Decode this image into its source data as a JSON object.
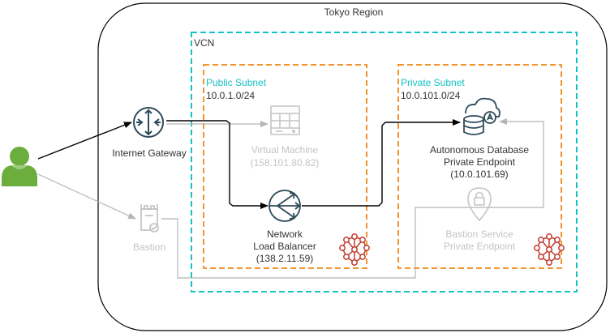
{
  "region": {
    "title": "Tokyo Region"
  },
  "vcn": {
    "label": "VCN"
  },
  "public_subnet": {
    "name": "Public Subnet",
    "cidr": "10.0.1.0/24"
  },
  "private_subnet": {
    "name": "Private Subnet",
    "cidr": "10.0.101.0/24"
  },
  "internet_gateway": {
    "label": "Internet Gateway"
  },
  "bastion": {
    "label": "Bastion"
  },
  "virtual_machine": {
    "name": "Virtual Machine",
    "ip": "(158.101.80.82)"
  },
  "network_load_balancer": {
    "line1": "Network",
    "line2": "Load Balancer",
    "ip": "(138.2.11.59)"
  },
  "autonomous_database": {
    "line1": "Autonomous Database",
    "line2": "Private Endpoint",
    "ip": "(10.0.101.69)"
  },
  "bastion_service": {
    "line1": "Bastion Service",
    "line2": "Private Endpoint"
  },
  "colors": {
    "vcn_border": "#15c1c4",
    "subnet_border": "#f5932f",
    "user_green": "#6cae3e",
    "icon_dark": "#2d4a5a",
    "faded": "#c4c4c4",
    "security_red": "#c0392b"
  }
}
